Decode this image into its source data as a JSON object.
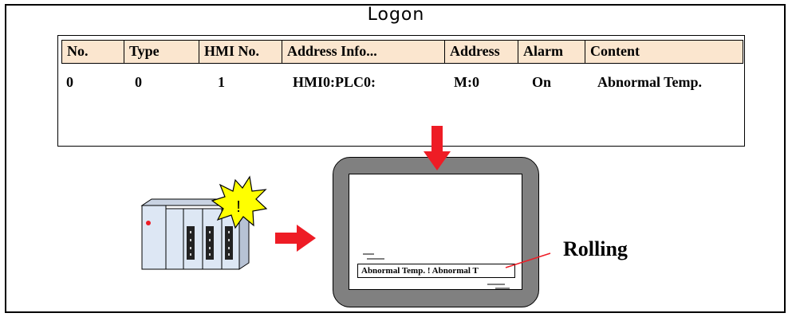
{
  "title": "Logon",
  "table": {
    "columns": [
      "No.",
      "Type",
      "HMI No.",
      "Address Info...",
      "Address",
      "Alarm",
      "Content"
    ],
    "rows": [
      [
        "0",
        "0",
        "1",
        "HMI0:PLC0:",
        "M:0",
        "On",
        "Abnormal Temp."
      ]
    ]
  },
  "plc": {
    "alert_symbol": "!"
  },
  "hmi_display": {
    "scroll_text": "Abnormal Temp. !   Abnormal  T"
  },
  "callout": {
    "label": "Rolling"
  },
  "colors": {
    "header_fill": "#fbe6cf",
    "arrow_red": "#ee1c25",
    "alert_yellow": "#ffff00",
    "device_fill": "#dde7f4",
    "hmi_bezel": "#808080"
  }
}
